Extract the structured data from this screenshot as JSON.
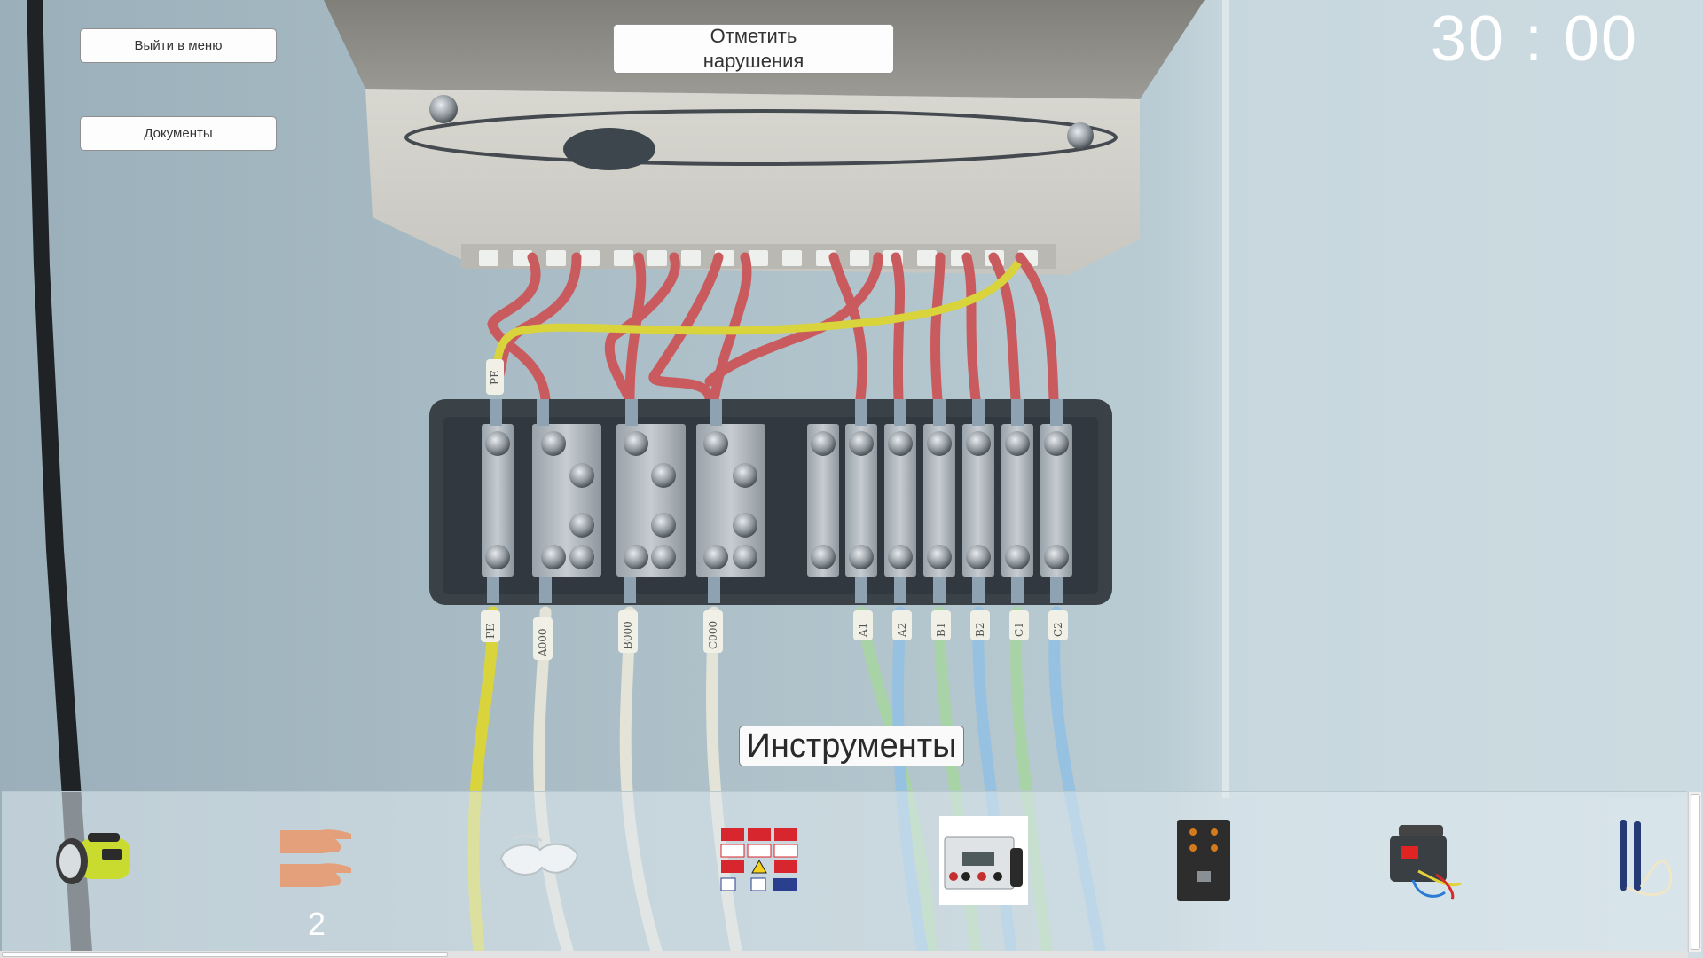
{
  "menu": {
    "exit_label": "Выйти в меню",
    "docs_label": "Документы",
    "mark_violations_label": "Отметить\nнарушения"
  },
  "timer": {
    "text": "30 : 00"
  },
  "toolbar": {
    "title": "Инструменты",
    "items": [
      {
        "icon": "flashlight-icon",
        "count": ""
      },
      {
        "icon": "dielectric-gloves-icon",
        "count": "2"
      },
      {
        "icon": "safety-glasses-icon",
        "count": ""
      },
      {
        "icon": "warning-posters-icon",
        "count": ""
      },
      {
        "icon": "measuring-device-icon",
        "count": ""
      },
      {
        "icon": "tester-panel-icon",
        "count": ""
      },
      {
        "icon": "megohmmeter-icon",
        "count": ""
      },
      {
        "icon": "voltage-indicator-icon",
        "count": ""
      }
    ]
  },
  "scene": {
    "upper_labels": [
      "PE"
    ],
    "lower_labels": [
      "PE",
      "A000",
      "B000",
      "C000",
      "A1",
      "A2",
      "B1",
      "B2",
      "C1",
      "C2"
    ],
    "colors": {
      "red_wire": "#c95b5e",
      "yellow_wire": "#d9d43c",
      "white_wire": "#e4e3d8",
      "green_wire": "#a8d3a6",
      "blue_wire": "#97c1e1",
      "terminal_block": "#3a4248",
      "cabinet": "#d3d2cc"
    }
  }
}
